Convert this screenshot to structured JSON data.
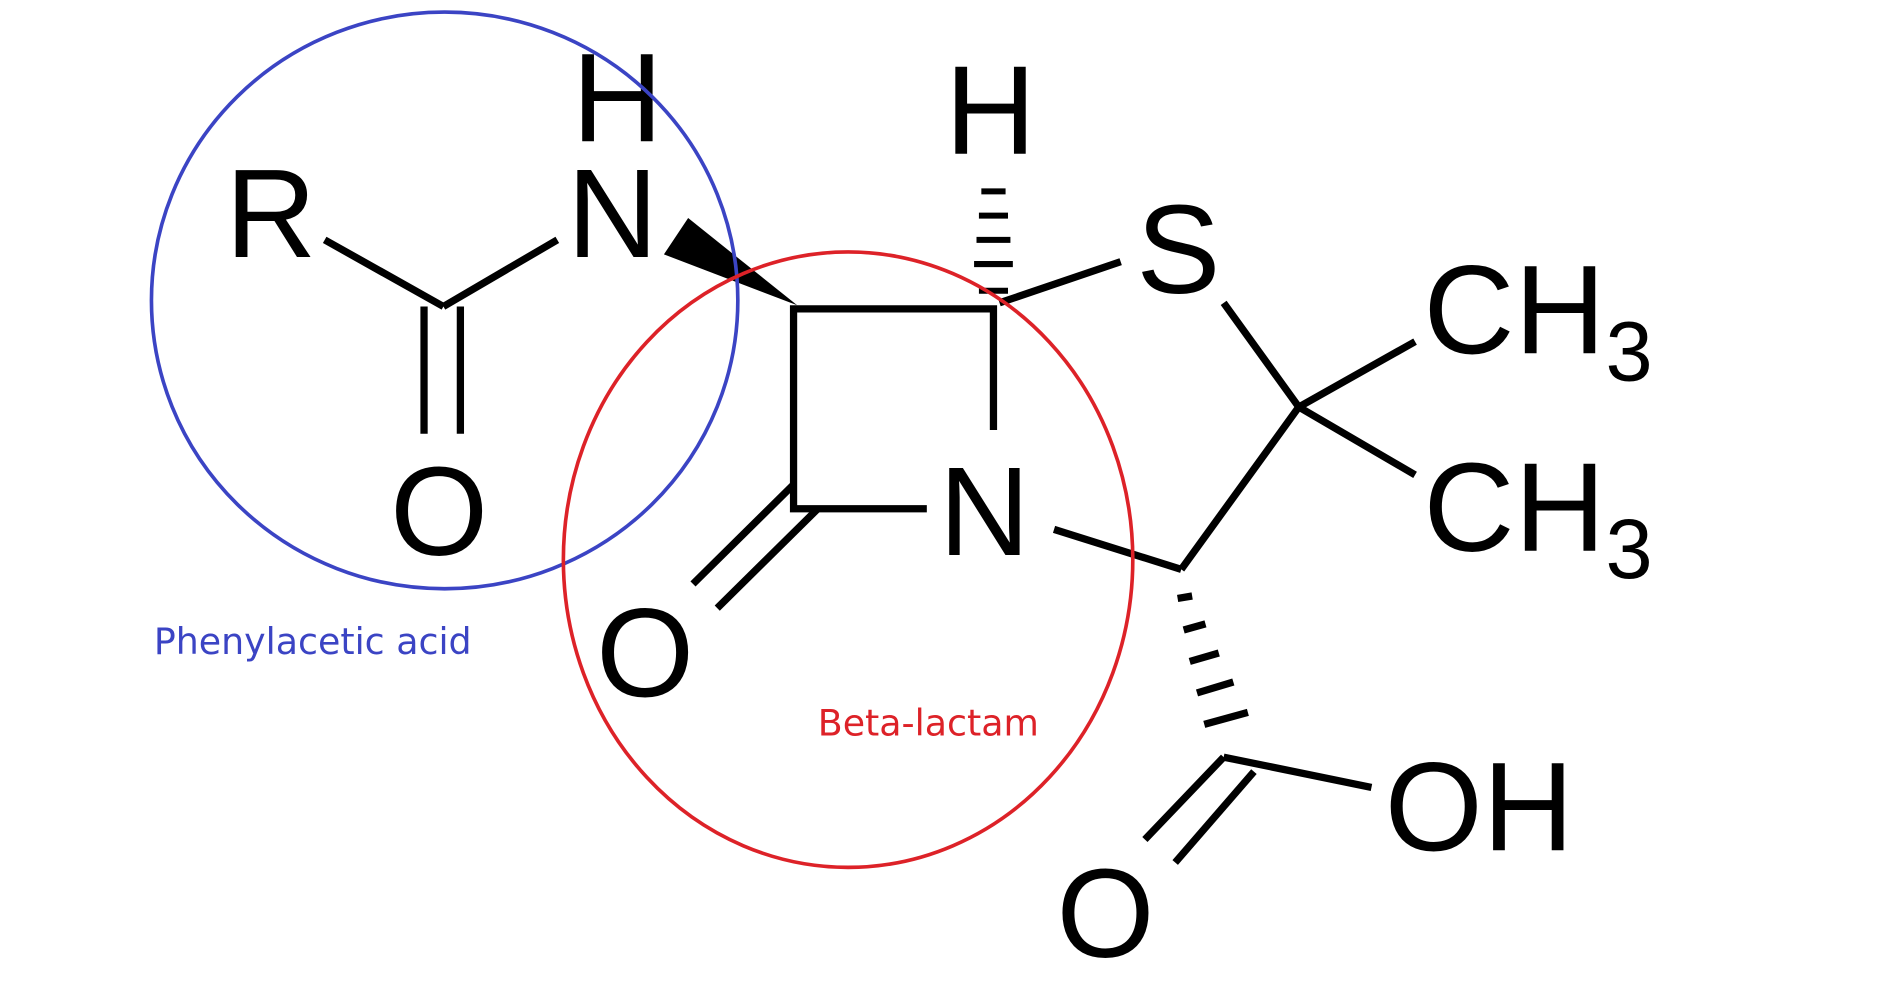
{
  "atoms": {
    "r": "R",
    "amide_n": "N",
    "amide_h": "H",
    "amide_o": "O",
    "ring_h": "H",
    "lactam_o": "O",
    "lactam_n": "N",
    "s": "S",
    "ch3_top": "CH",
    "ch3_top_sub": "3",
    "ch3_bottom": "CH",
    "ch3_bottom_sub": "3",
    "acid_oh": "OH",
    "acid_o": "O"
  },
  "annotations": [
    {
      "label": "Phenylacetic acid",
      "color": "#3b44c4"
    },
    {
      "label": "Beta-lactam",
      "color": "#dd2228"
    }
  ]
}
